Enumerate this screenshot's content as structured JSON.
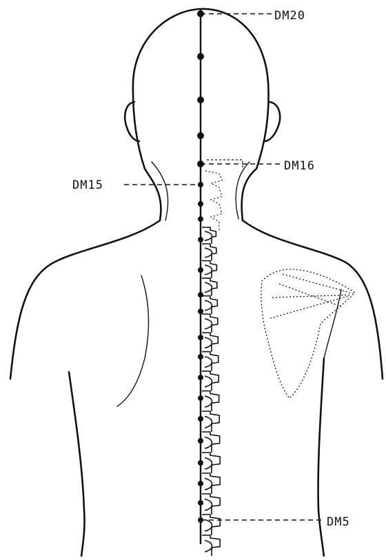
{
  "labels": {
    "dm20": "DM20",
    "dm16": "DM16",
    "dm15": "DM15",
    "dm5": "DM5"
  },
  "colors": {
    "ink": "#111111",
    "background": "#ffffff"
  }
}
